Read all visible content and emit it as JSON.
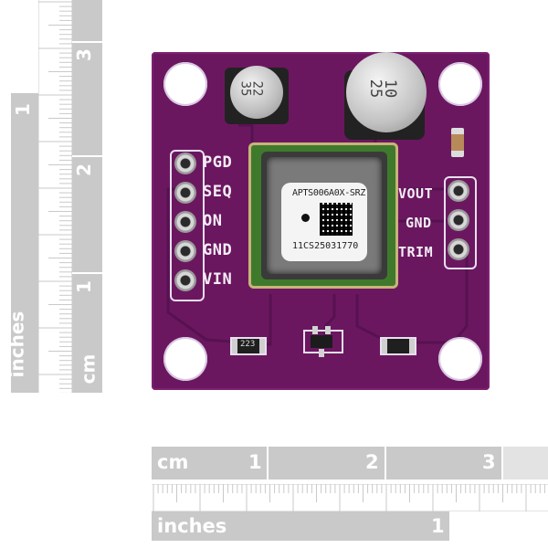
{
  "vertical_ruler": {
    "cm_labels": [
      "3",
      "2",
      "1",
      "cm"
    ],
    "inch_labels": [
      "1",
      "inches"
    ]
  },
  "horizontal_ruler": {
    "cm_labels": [
      "cm",
      "1",
      "2",
      "3"
    ],
    "inch_labels": [
      "inches",
      "1"
    ]
  },
  "board": {
    "left_pins": [
      "PGD",
      "SEQ",
      "ON",
      "GND",
      "VIN"
    ],
    "right_pins": [
      "VOUT",
      "GND",
      "TRIM"
    ],
    "module_part": "APTS006A0X-SRZ",
    "module_serial": "11CS25031770",
    "cap_small_label": "22\n35",
    "cap_large_label": "10\n25",
    "resistor_label": "223",
    "colors": {
      "pcb": "#6b1760",
      "silk": "#f4eef6",
      "module_pcb": "#3f7a2c"
    }
  }
}
